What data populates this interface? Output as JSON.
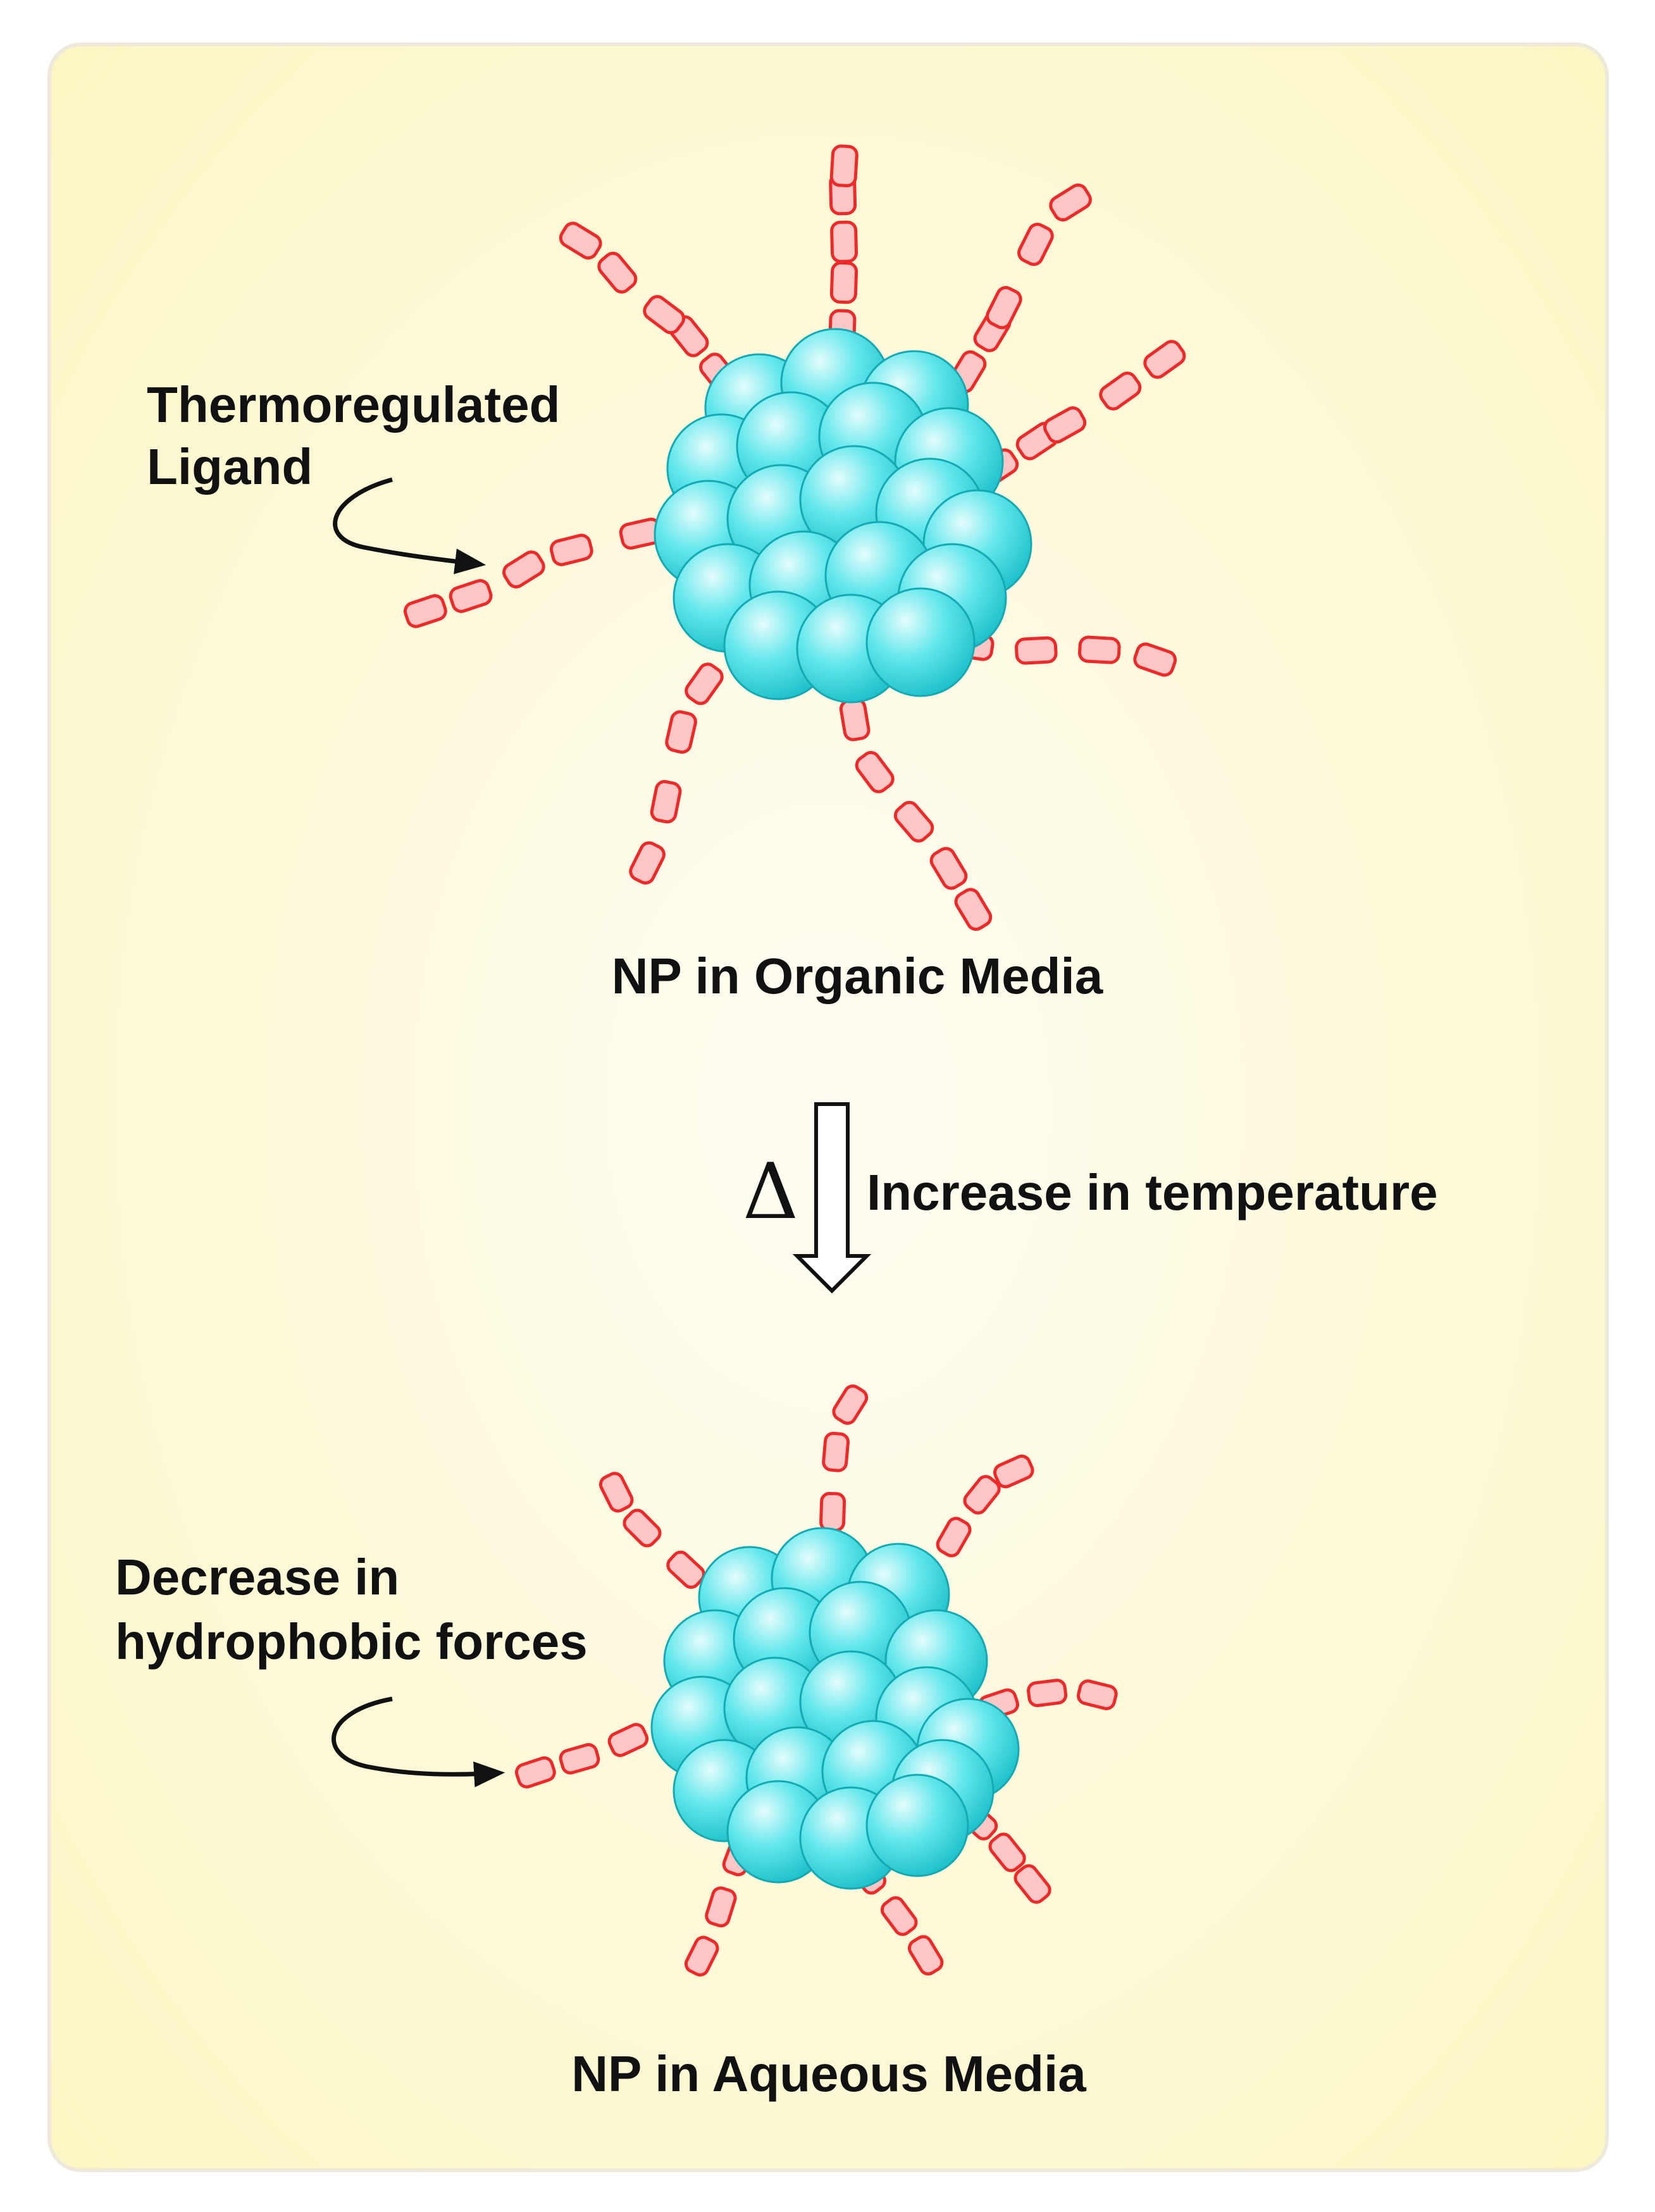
{
  "top_panel": {
    "ligand_label_line1": "Thermoregulated",
    "ligand_label_line2": "Ligand",
    "caption": "NP in Organic Media"
  },
  "transition": {
    "symbol": "Δ",
    "label": "Increase in temperature"
  },
  "bottom_panel": {
    "force_label_line1": "Decrease in",
    "force_label_line2": "hydrophobic forces",
    "caption": "NP in Aqueous Media"
  },
  "colors": {
    "background_center": "#fffdf3",
    "background_edge": "#fbf6c0",
    "sphere_light": "#e4fdfd",
    "sphere_mid": "#62e7ec",
    "sphere_dark": "#17bcc6",
    "ligand_fill": "#ffc6c6",
    "ligand_stroke": "#ec2a2a"
  }
}
